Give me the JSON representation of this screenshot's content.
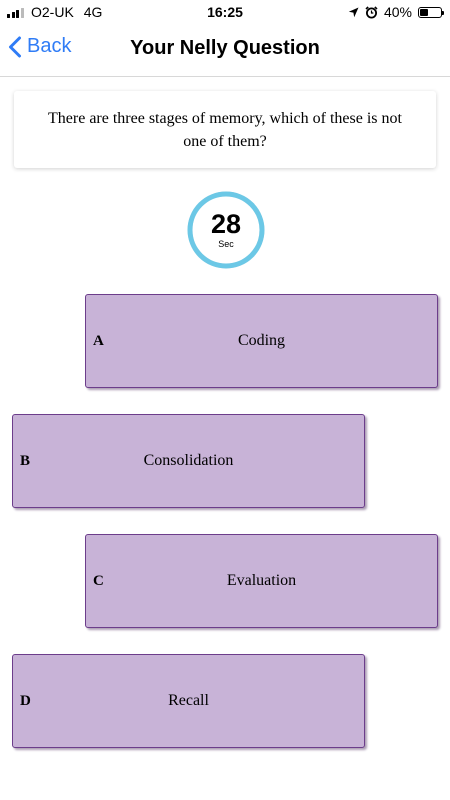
{
  "status_bar": {
    "carrier": "O2-UK",
    "network": "4G",
    "time": "16:25",
    "battery": "40%",
    "battery_level": 0.4
  },
  "nav": {
    "back_label": "Back",
    "title": "Your Nelly Question",
    "accent_color": "#2f7cf6"
  },
  "question": {
    "text": "There are three stages of memory, which of these is not one of them?"
  },
  "timer": {
    "value": "28",
    "unit": "Sec",
    "ring_color": "#6cc8e6"
  },
  "answers": [
    {
      "letter": "A",
      "label": "Coding"
    },
    {
      "letter": "B",
      "label": "Consolidation"
    },
    {
      "letter": "C",
      "label": "Evaluation"
    },
    {
      "letter": "D",
      "label": "Recall"
    }
  ],
  "colors": {
    "answer_fill": "#c8b3d7",
    "answer_border": "#6c3d8b"
  }
}
